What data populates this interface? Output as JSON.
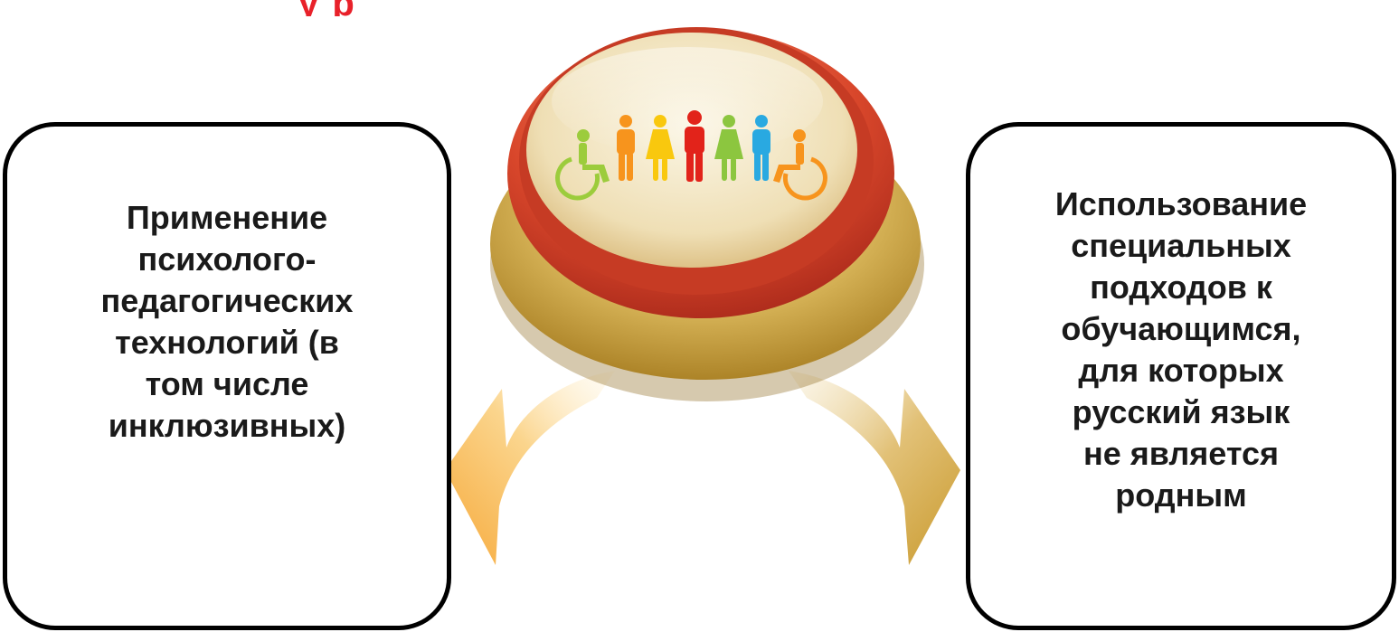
{
  "header": {
    "title_fragment": "у  р"
  },
  "diagram": {
    "center_icon": "inclusive-people-icon",
    "left_box": {
      "text": "Применение\nпсихолого-\nпедагогических\nтехнологий (в\nтом числе\nинклюзивных)"
    },
    "right_box": {
      "text": "Использование\nспециальных\nподходов к\nобучающимся,\nдля которых\nрусский язык\nне является\nродным"
    }
  },
  "colors": {
    "title_red": "#e8212a",
    "button_red": "#d9472b",
    "button_gold": "#c9a640",
    "arrow_orange": "#f7b84a",
    "arrow_gold": "#d1a23a",
    "border_black": "#000000"
  }
}
